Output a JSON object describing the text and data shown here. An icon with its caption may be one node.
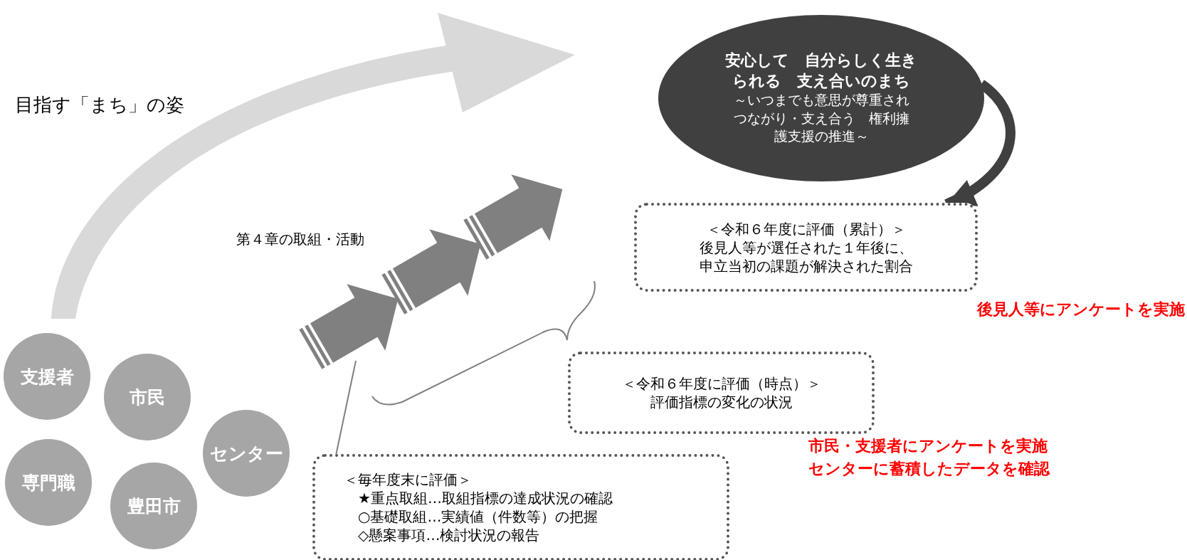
{
  "diagram": {
    "nodes": [
      {
        "text": [
          "支援者"
        ]
      },
      {
        "text": [
          "市民"
        ]
      },
      {
        "text": [
          "専門職"
        ]
      },
      {
        "text": [
          "豊田市"
        ]
      },
      {
        "text": [
          "センター"
        ]
      },
      {
        "text": [
          "安心して　自分らしく生きられる　支え合いのまち",
          "～いつまでも意思が尊重されつながり・支え合う　権利擁護支援の推進～"
        ]
      },
      {
        "text": [
          "＜令和６年度に評価（累計）＞",
          "後見人等が選任された１年後に、申立当初の課題が解決された割合"
        ],
        "beside": [
          "後見人等にアンケートを実施"
        ]
      },
      {
        "text": [
          "＜令和６年度に評価（時点）＞",
          "評価指標の変化の状況"
        ],
        "beside": [
          "市民・支援者にアンケートを実施",
          "センターに蓄積したデータを確認"
        ]
      },
      {
        "text": [
          "＜毎年度末に評価＞",
          "★重点取組…取組指標の達成状況の確認",
          "○基礎取組…実績値（件数等）の把握",
          "◇懸案事項…検討状況の報告"
        ]
      }
    ],
    "edges": [
      {
        "from": 5,
        "to": 6,
        "arrow": "to",
        "style": "thick",
        "color": "#404040"
      },
      {
        "from": 8,
        "to": null,
        "arrow": "none",
        "color": "#808080"
      }
    ],
    "labels": [
      "目指す「まち」の姿",
      "第４章の取組・活動"
    ]
  }
}
